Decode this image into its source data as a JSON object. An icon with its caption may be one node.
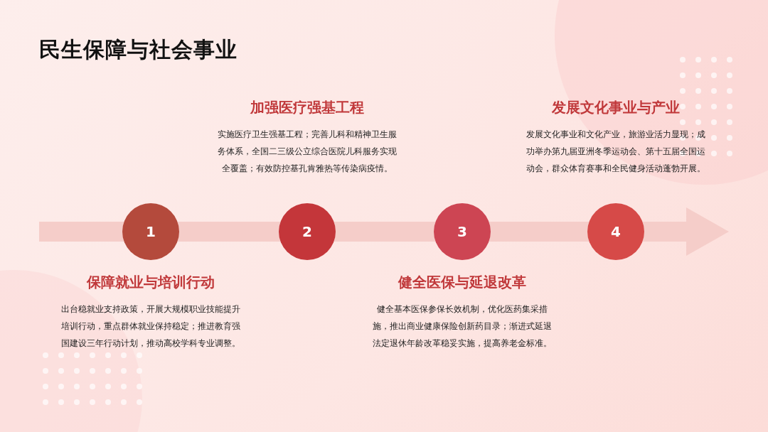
{
  "diagram": {
    "title": "民生保障与社会事业",
    "nodes": [
      {
        "text": [
          "1"
        ],
        "beside": [
          "保障就业与培训行动",
          "出台稳就业支持政策，开展大规模职业技能提升培训行动，重点群体就业保持稳定；推进教育强国建设三年行动计划，推动高校学科专业调整。"
        ]
      },
      {
        "text": [
          "2"
        ],
        "beside": [
          "加强医疗强基工程",
          "实施医疗卫生强基工程；完善儿科和精神卫生服务体系，全国二三级公立综合医院儿科服务实现全覆盖；有效防控基孔肯雅热等传染病疫情。"
        ]
      },
      {
        "text": [
          "3"
        ],
        "beside": [
          "健全医保与延退改革",
          "健全基本医保参保长效机制，优化医药集采措施，推出商业健康保险创新药目录；渐进式延退法定退休年龄改革稳妥实施，提高养老金标准。"
        ]
      },
      {
        "text": [
          "4"
        ],
        "beside": [
          "发展文化事业与产业",
          "发展文化事业和文化产业，旅游业活力显现；成功举办第九届亚洲冬季运动会、第十五届全国运动会，群众体育赛事和全民健身活动蓬勃开展。"
        ]
      }
    ]
  }
}
